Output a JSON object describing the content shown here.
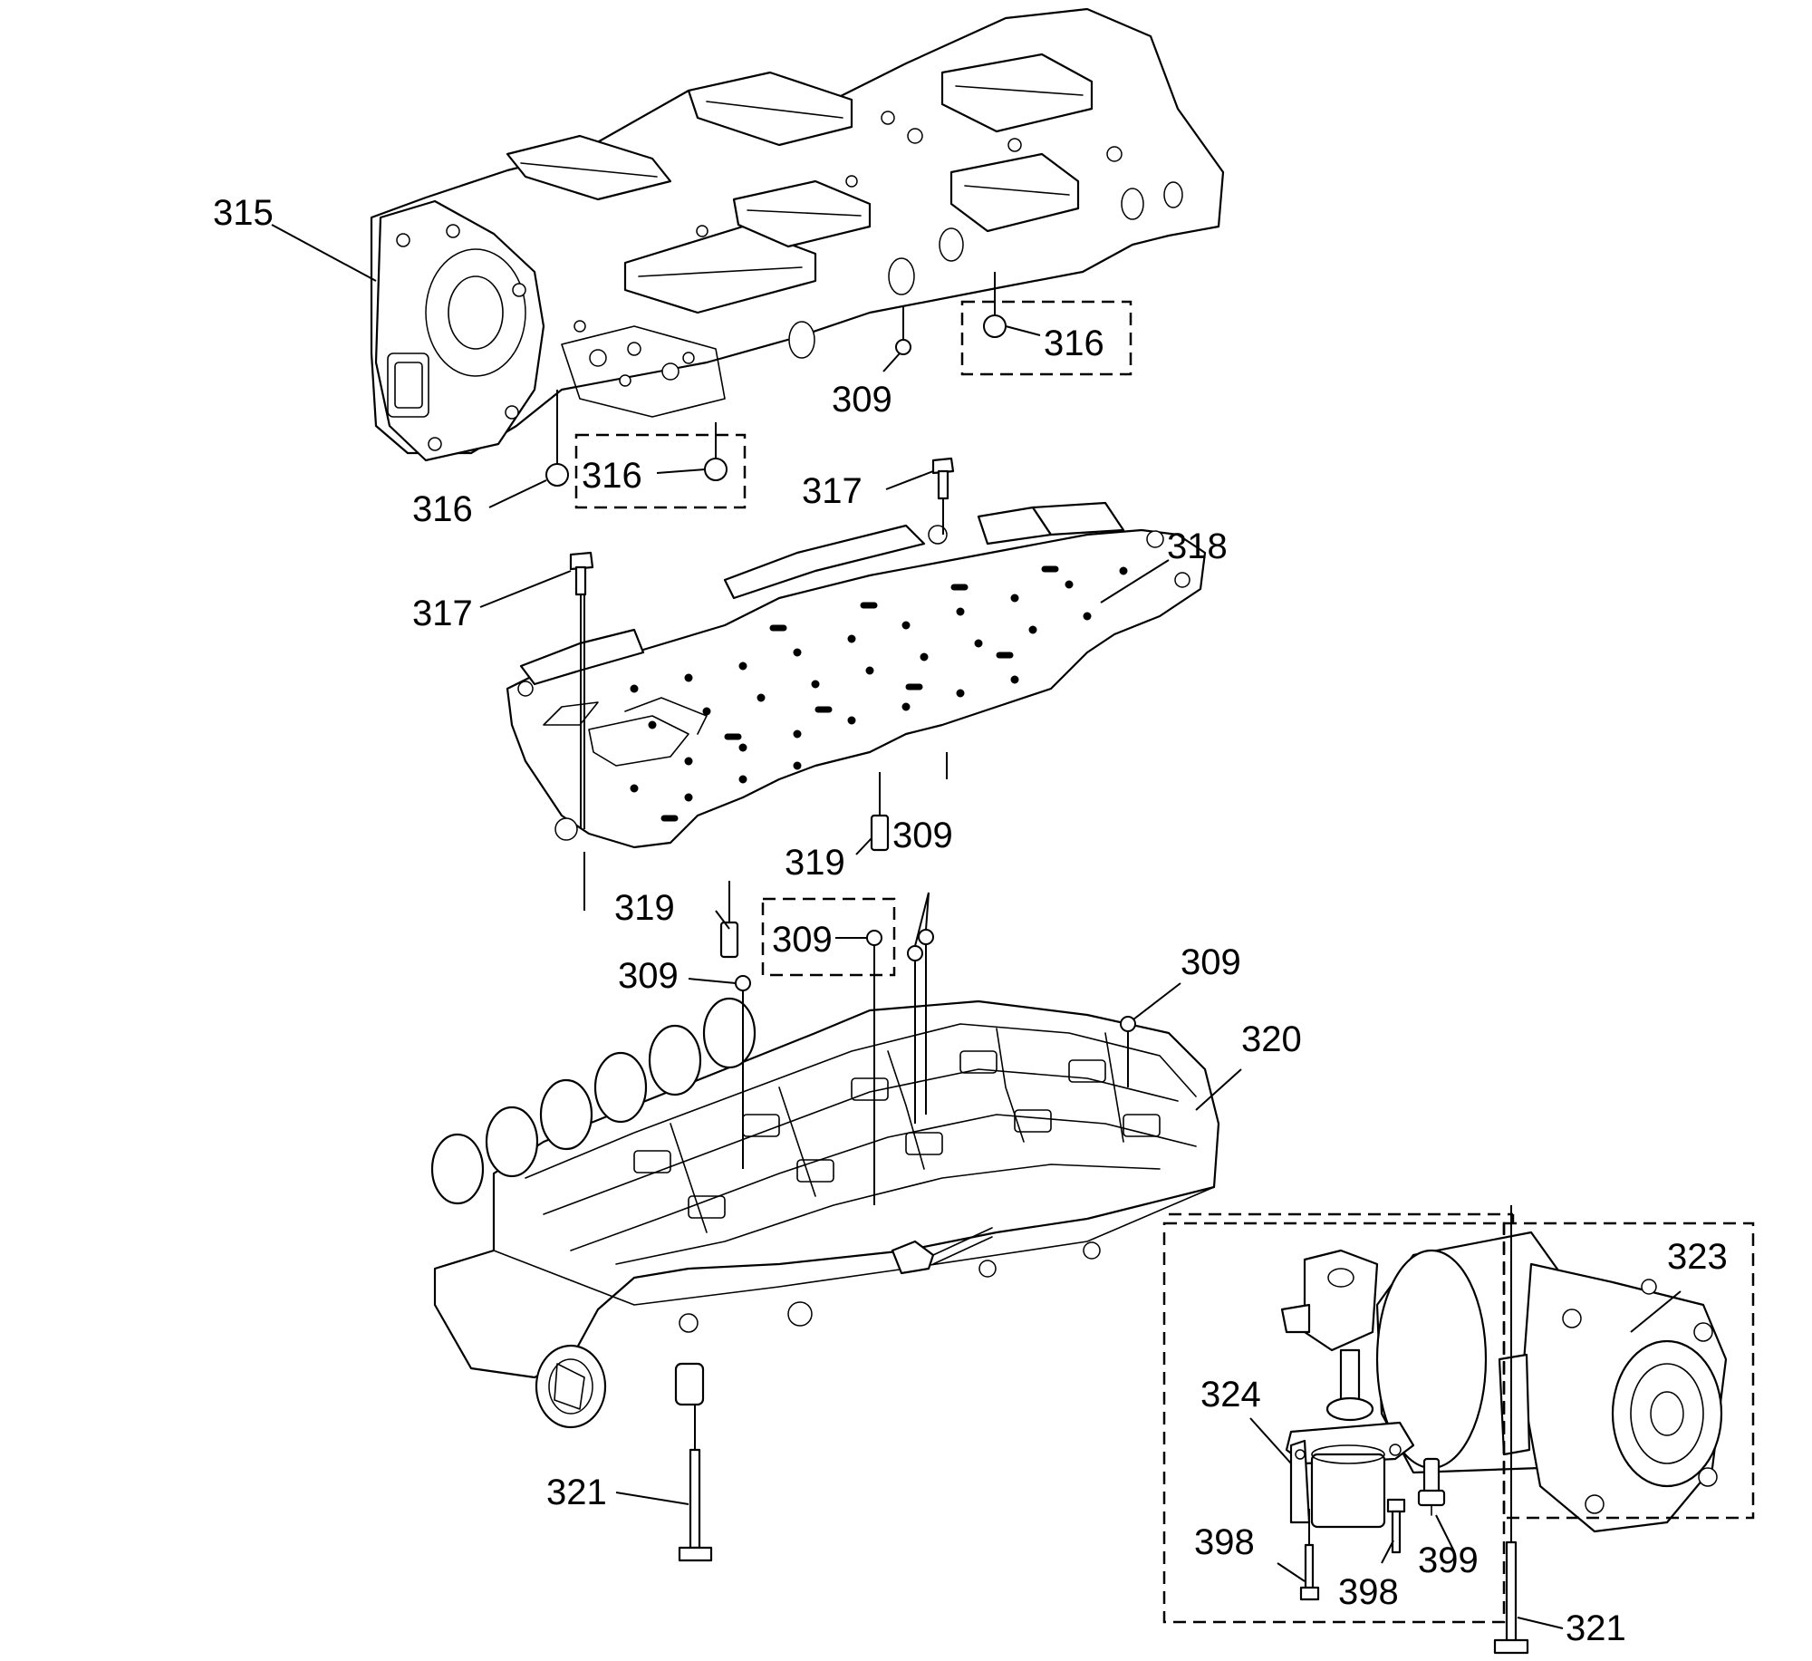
{
  "diagram": {
    "callouts": {
      "c315": "315",
      "c316_right": "316",
      "c309_top": "309",
      "c316_boxed": "316",
      "c316_left": "316",
      "c317_top": "317",
      "c318": "318",
      "c317_left": "317",
      "c319_right": "319",
      "c309_upper": "309",
      "c319_left": "319",
      "c309_boxed": "309",
      "c309_left": "309",
      "c309_right": "309",
      "c320": "320",
      "c323": "323",
      "c324": "324",
      "c321_left": "321",
      "c398_left": "398",
      "c398_right": "398",
      "c399": "399",
      "c321_right": "321"
    }
  }
}
